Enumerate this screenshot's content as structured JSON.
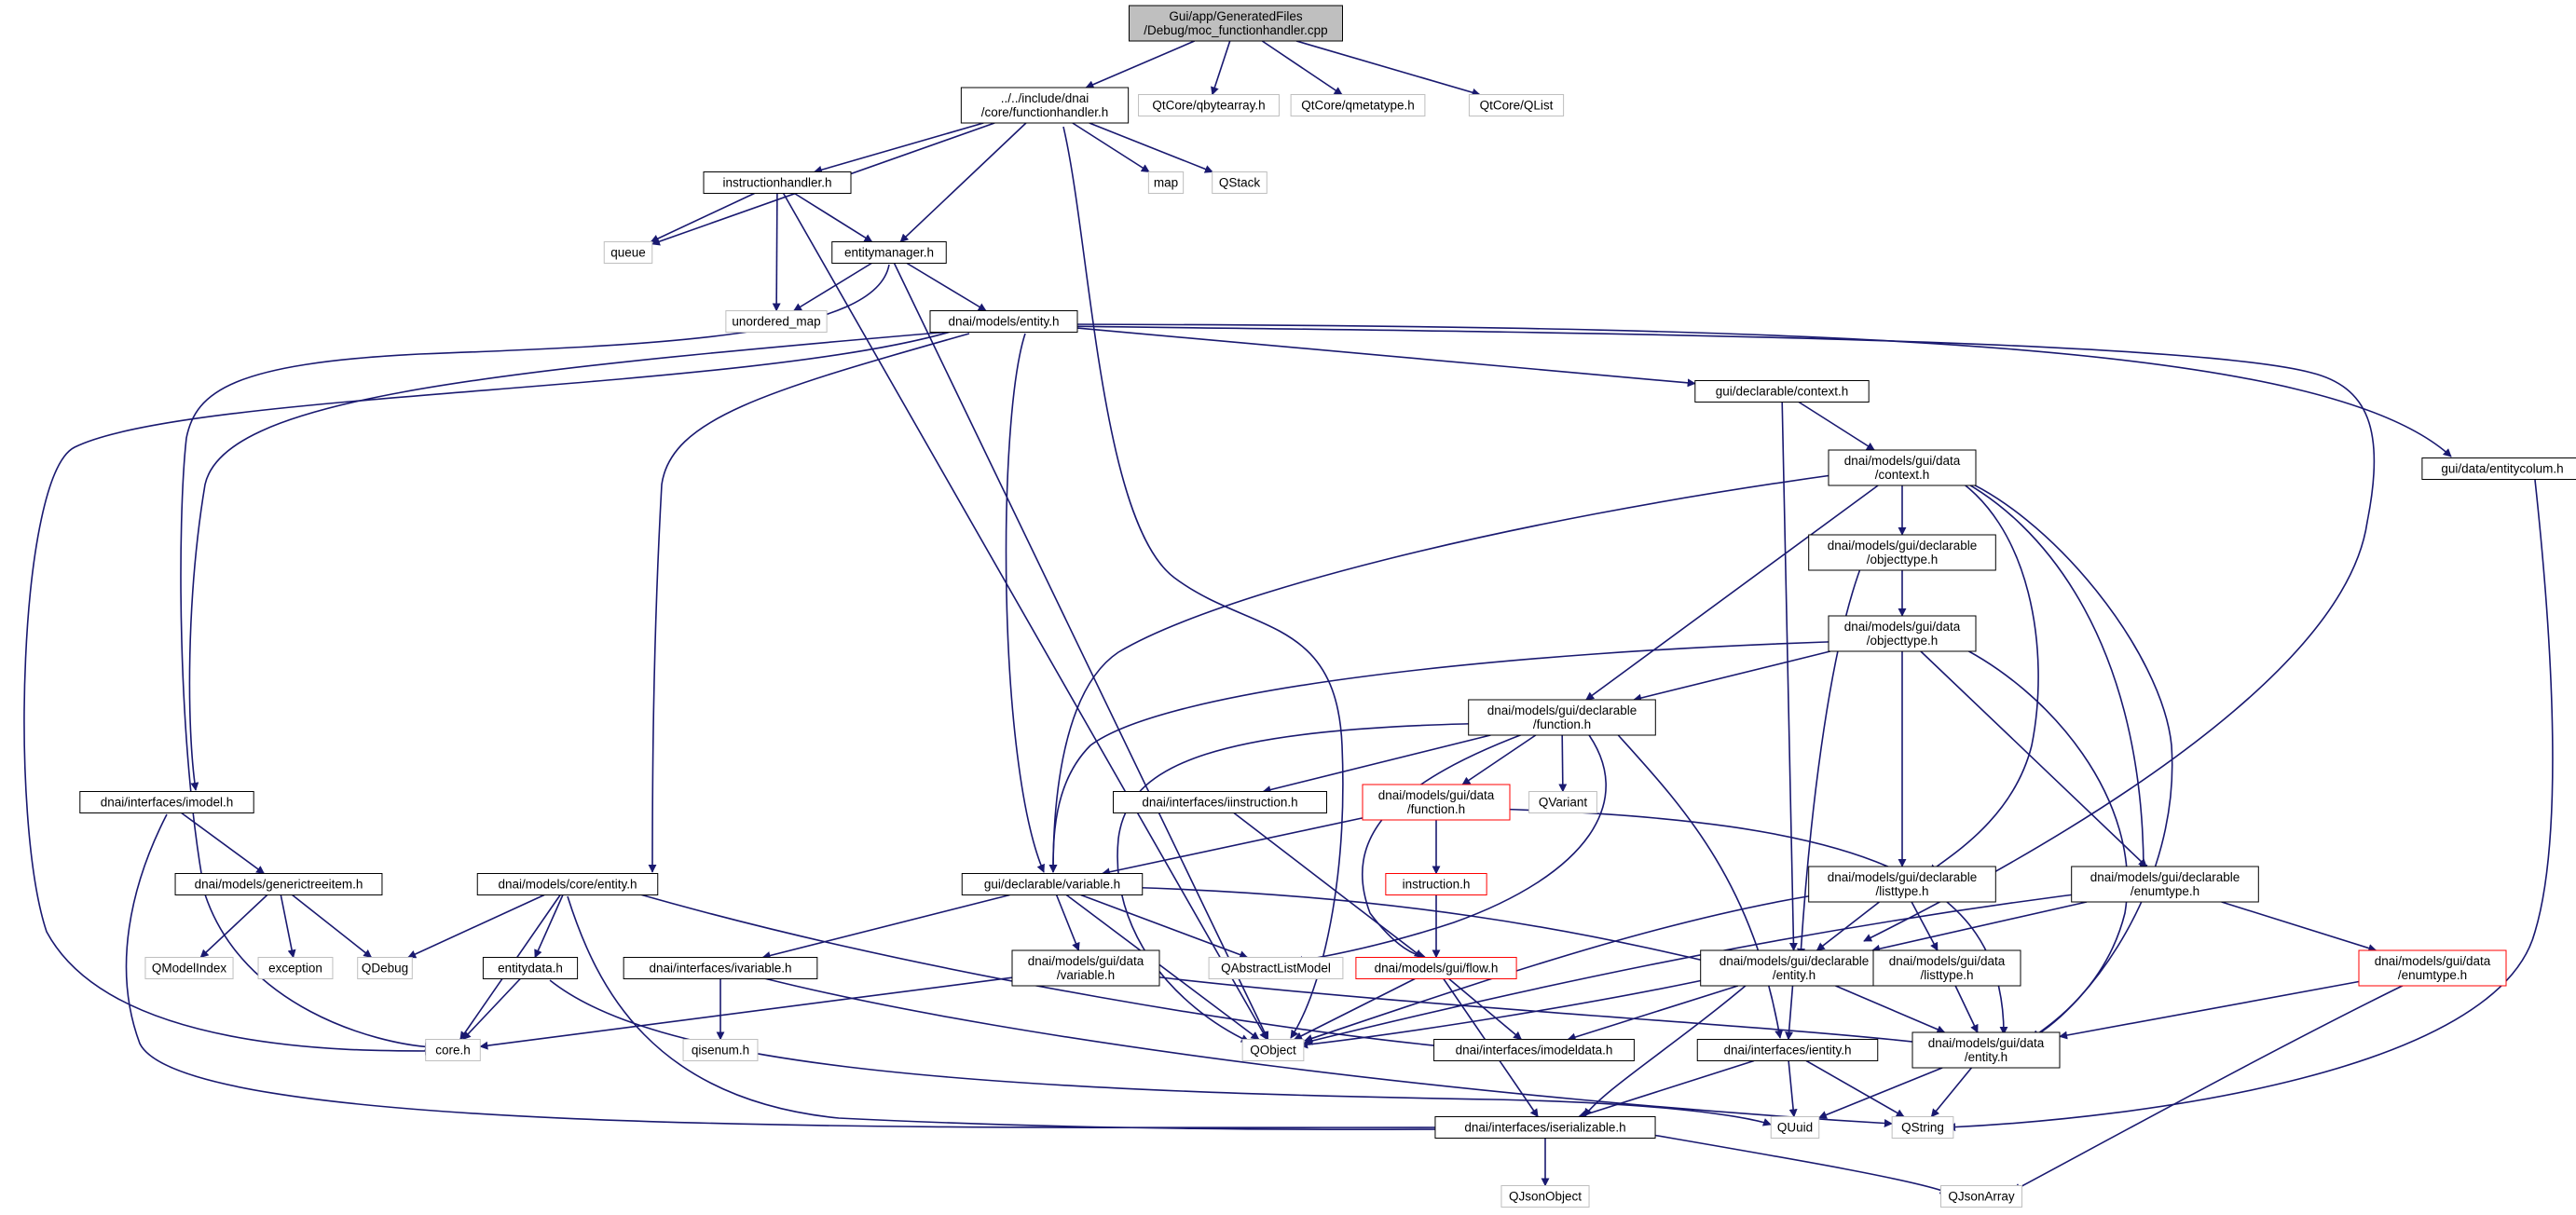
{
  "colors": {
    "edge": "#191970",
    "root_fill": "#bfbfbf",
    "node_border": "#000000",
    "system_border": "#bfbfbf",
    "incomplete_border": "#ff0000",
    "text": "#000000"
  },
  "nodes": {
    "root": {
      "lines": [
        "Gui/app/GeneratedFiles",
        "/Debug/moc_functionhandler.cpp"
      ],
      "kind": "root"
    },
    "functionhandler": {
      "lines": [
        "../../include/dnai",
        "/core/functionhandler.h"
      ],
      "kind": "local"
    },
    "qbytearray": {
      "lines": [
        "QtCore/qbytearray.h"
      ],
      "kind": "system"
    },
    "qmetatype": {
      "lines": [
        "QtCore/qmetatype.h"
      ],
      "kind": "system"
    },
    "qlist": {
      "lines": [
        "QtCore/QList"
      ],
      "kind": "system"
    },
    "instructionhandler": {
      "lines": [
        "instructionhandler.h"
      ],
      "kind": "local"
    },
    "map": {
      "lines": [
        "map"
      ],
      "kind": "system"
    },
    "qstack": {
      "lines": [
        "QStack"
      ],
      "kind": "system"
    },
    "queue": {
      "lines": [
        "queue"
      ],
      "kind": "system"
    },
    "entitymanager": {
      "lines": [
        "entitymanager.h"
      ],
      "kind": "local"
    },
    "unordered_map": {
      "lines": [
        "unordered_map"
      ],
      "kind": "system"
    },
    "models_entity": {
      "lines": [
        "dnai/models/entity.h"
      ],
      "kind": "local"
    },
    "decl_context": {
      "lines": [
        "gui/declarable/context.h"
      ],
      "kind": "local"
    },
    "data_entitycolum": {
      "lines": [
        "gui/data/entitycolum.h"
      ],
      "kind": "local"
    },
    "data_context": {
      "lines": [
        "dnai/models/gui/data",
        "/context.h"
      ],
      "kind": "local"
    },
    "decl_objecttype": {
      "lines": [
        "dnai/models/gui/declarable",
        "/objecttype.h"
      ],
      "kind": "local"
    },
    "data_objecttype": {
      "lines": [
        "dnai/models/gui/data",
        "/objecttype.h"
      ],
      "kind": "local"
    },
    "decl_function": {
      "lines": [
        "dnai/models/gui/declarable",
        "/function.h"
      ],
      "kind": "local"
    },
    "imodel": {
      "lines": [
        "dnai/interfaces/imodel.h"
      ],
      "kind": "local"
    },
    "iinstruction": {
      "lines": [
        "dnai/interfaces/iinstruction.h"
      ],
      "kind": "local"
    },
    "data_function": {
      "lines": [
        "dnai/models/gui/data",
        "/function.h"
      ],
      "kind": "incomplete"
    },
    "qvariant": {
      "lines": [
        "QVariant"
      ],
      "kind": "system"
    },
    "generictreeitem": {
      "lines": [
        "dnai/models/generictreeitem.h"
      ],
      "kind": "local"
    },
    "core_entity": {
      "lines": [
        "dnai/models/core/entity.h"
      ],
      "kind": "local"
    },
    "decl_variable": {
      "lines": [
        "gui/declarable/variable.h"
      ],
      "kind": "local"
    },
    "instruction": {
      "lines": [
        "instruction.h"
      ],
      "kind": "incomplete"
    },
    "decl_listtype": {
      "lines": [
        "dnai/models/gui/declarable",
        "/listtype.h"
      ],
      "kind": "local"
    },
    "decl_enumtype": {
      "lines": [
        "dnai/models/gui/declarable",
        "/enumtype.h"
      ],
      "kind": "local"
    },
    "qmodelindex": {
      "lines": [
        "QModelIndex"
      ],
      "kind": "system"
    },
    "exception": {
      "lines": [
        "exception"
      ],
      "kind": "system"
    },
    "qdebug": {
      "lines": [
        "QDebug"
      ],
      "kind": "system"
    },
    "entitydata": {
      "lines": [
        "entitydata.h"
      ],
      "kind": "local"
    },
    "ivariable": {
      "lines": [
        "dnai/interfaces/ivariable.h"
      ],
      "kind": "local"
    },
    "data_variable": {
      "lines": [
        "dnai/models/gui/data",
        "/variable.h"
      ],
      "kind": "local"
    },
    "qabstractlistmodel": {
      "lines": [
        "QAbstractListModel"
      ],
      "kind": "system"
    },
    "flow": {
      "lines": [
        "dnai/models/gui/flow.h"
      ],
      "kind": "incomplete"
    },
    "decl_entity": {
      "lines": [
        "dnai/models/gui/declarable",
        "/entity.h"
      ],
      "kind": "local"
    },
    "data_listtype": {
      "lines": [
        "dnai/models/gui/data",
        "/listtype.h"
      ],
      "kind": "local"
    },
    "data_enumtype": {
      "lines": [
        "dnai/models/gui/data",
        "/enumtype.h"
      ],
      "kind": "incomplete"
    },
    "core_h": {
      "lines": [
        "core.h"
      ],
      "kind": "system"
    },
    "qisenum": {
      "lines": [
        "qisenum.h"
      ],
      "kind": "system"
    },
    "qobject": {
      "lines": [
        "QObject"
      ],
      "kind": "system"
    },
    "imodeldata": {
      "lines": [
        "dnai/interfaces/imodeldata.h"
      ],
      "kind": "local"
    },
    "ientity": {
      "lines": [
        "dnai/interfaces/ientity.h"
      ],
      "kind": "local"
    },
    "data_entity": {
      "lines": [
        "dnai/models/gui/data",
        "/entity.h"
      ],
      "kind": "local"
    },
    "quuid": {
      "lines": [
        "QUuid"
      ],
      "kind": "system"
    },
    "qstring": {
      "lines": [
        "QString"
      ],
      "kind": "system"
    },
    "iserializable": {
      "lines": [
        "dnai/interfaces/iserializable.h"
      ],
      "kind": "local"
    },
    "qjsonobject": {
      "lines": [
        "QJsonObject"
      ],
      "kind": "system"
    },
    "qjsonarray": {
      "lines": [
        "QJsonArray"
      ],
      "kind": "system"
    }
  },
  "edges": [
    [
      "root",
      "functionhandler"
    ],
    [
      "root",
      "qbytearray"
    ],
    [
      "root",
      "qmetatype"
    ],
    [
      "root",
      "qlist"
    ],
    [
      "functionhandler",
      "instructionhandler"
    ],
    [
      "functionhandler",
      "queue"
    ],
    [
      "functionhandler",
      "entitymanager"
    ],
    [
      "functionhandler",
      "map"
    ],
    [
      "functionhandler",
      "qstack"
    ],
    [
      "functionhandler",
      "qobject"
    ],
    [
      "instructionhandler",
      "queue"
    ],
    [
      "instructionhandler",
      "entitymanager"
    ],
    [
      "instructionhandler",
      "unordered_map"
    ],
    [
      "instructionhandler",
      "qobject"
    ],
    [
      "entitymanager",
      "unordered_map"
    ],
    [
      "entitymanager",
      "models_entity"
    ],
    [
      "entitymanager",
      "core_h"
    ],
    [
      "entitymanager",
      "qobject"
    ],
    [
      "models_entity",
      "imodel"
    ],
    [
      "models_entity",
      "core_entity"
    ],
    [
      "models_entity",
      "decl_variable"
    ],
    [
      "models_entity",
      "decl_context"
    ],
    [
      "models_entity",
      "data_entitycolum"
    ],
    [
      "models_entity",
      "core_h"
    ],
    [
      "models_entity",
      "decl_entity"
    ],
    [
      "decl_context",
      "data_context"
    ],
    [
      "decl_context",
      "decl_entity"
    ],
    [
      "data_entitycolum",
      "qstring"
    ],
    [
      "data_context",
      "decl_objecttype"
    ],
    [
      "data_context",
      "decl_function"
    ],
    [
      "data_context",
      "decl_variable"
    ],
    [
      "data_context",
      "decl_listtype"
    ],
    [
      "data_context",
      "decl_enumtype"
    ],
    [
      "data_context",
      "data_entity"
    ],
    [
      "decl_objecttype",
      "data_objecttype"
    ],
    [
      "decl_objecttype",
      "decl_entity"
    ],
    [
      "data_objecttype",
      "decl_function"
    ],
    [
      "data_objecttype",
      "decl_variable"
    ],
    [
      "data_objecttype",
      "decl_listtype"
    ],
    [
      "data_objecttype",
      "decl_enumtype"
    ],
    [
      "data_objecttype",
      "data_entity"
    ],
    [
      "decl_function",
      "iinstruction"
    ],
    [
      "decl_function",
      "data_function"
    ],
    [
      "decl_function",
      "qvariant"
    ],
    [
      "decl_function",
      "qabstractlistmodel"
    ],
    [
      "decl_function",
      "qobject"
    ],
    [
      "decl_function",
      "flow"
    ],
    [
      "decl_function",
      "ientity"
    ],
    [
      "imodel",
      "generictreeitem"
    ],
    [
      "imodel",
      "iserializable"
    ],
    [
      "iinstruction",
      "flow"
    ],
    [
      "data_function",
      "instruction"
    ],
    [
      "data_function",
      "decl_variable"
    ],
    [
      "data_function",
      "data_entity"
    ],
    [
      "instruction",
      "flow"
    ],
    [
      "generictreeitem",
      "qmodelindex"
    ],
    [
      "generictreeitem",
      "exception"
    ],
    [
      "generictreeitem",
      "qdebug"
    ],
    [
      "core_entity",
      "qdebug"
    ],
    [
      "core_entity",
      "entitydata"
    ],
    [
      "core_entity",
      "core_h"
    ],
    [
      "core_entity",
      "iserializable"
    ],
    [
      "core_entity",
      "imodeldata"
    ],
    [
      "decl_variable",
      "ivariable"
    ],
    [
      "decl_variable",
      "data_variable"
    ],
    [
      "decl_variable",
      "qabstractlistmodel"
    ],
    [
      "decl_variable",
      "qobject"
    ],
    [
      "decl_variable",
      "decl_entity"
    ],
    [
      "entitydata",
      "core_h"
    ],
    [
      "entitydata",
      "quuid"
    ],
    [
      "ivariable",
      "qisenum"
    ],
    [
      "ivariable",
      "qstring"
    ],
    [
      "data_variable",
      "core_h"
    ],
    [
      "data_variable",
      "data_entity"
    ],
    [
      "flow",
      "qobject"
    ],
    [
      "flow",
      "imodeldata"
    ],
    [
      "flow",
      "iserializable"
    ],
    [
      "decl_listtype",
      "decl_entity"
    ],
    [
      "decl_listtype",
      "data_listtype"
    ],
    [
      "decl_listtype",
      "qobject"
    ],
    [
      "decl_enumtype",
      "decl_entity"
    ],
    [
      "decl_enumtype",
      "data_enumtype"
    ],
    [
      "decl_enumtype",
      "qobject"
    ],
    [
      "decl_entity",
      "imodeldata"
    ],
    [
      "decl_entity",
      "ientity"
    ],
    [
      "decl_entity",
      "data_entity"
    ],
    [
      "decl_entity",
      "iserializable"
    ],
    [
      "decl_entity",
      "qobject"
    ],
    [
      "data_listtype",
      "data_entity"
    ],
    [
      "data_enumtype",
      "data_entity"
    ],
    [
      "data_enumtype",
      "qjsonarray"
    ],
    [
      "ientity",
      "quuid"
    ],
    [
      "ientity",
      "qstring"
    ],
    [
      "ientity",
      "iserializable"
    ],
    [
      "data_entity",
      "quuid"
    ],
    [
      "data_entity",
      "qstring"
    ],
    [
      "iserializable",
      "qjsonobject"
    ],
    [
      "iserializable",
      "qjsonarray"
    ]
  ]
}
